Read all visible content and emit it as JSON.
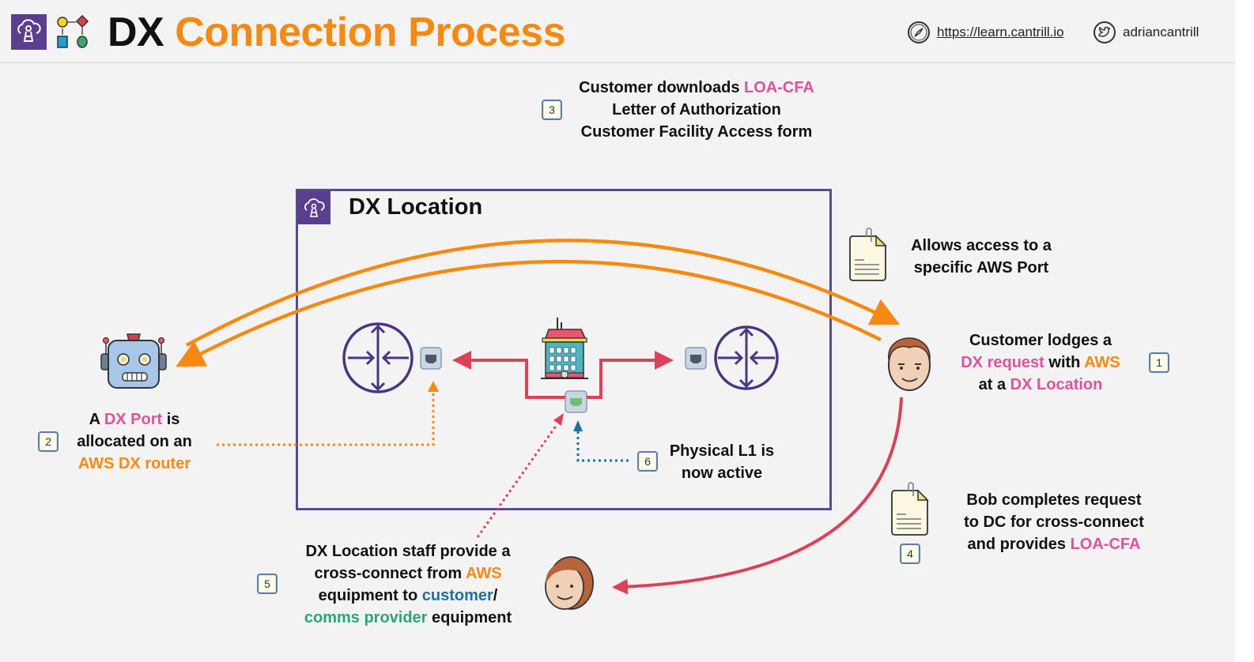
{
  "header": {
    "title_prefix": "DX",
    "title_main": "Connection Process",
    "website_link": "https://learn.cantrill.io",
    "twitter_handle": "adriancantrill",
    "icons": [
      "direct-connect-icon",
      "process-flow-icon",
      "compass-icon",
      "twitter-icon"
    ]
  },
  "colors": {
    "accent_orange": "#f6890f",
    "highlight_pink": "#e0519b",
    "dx_purple": "#5c4a8e",
    "cable_red": "#dc4257",
    "customer_blue": "#1f6f9f",
    "provider_green": "#2aa57b"
  },
  "dx_location": {
    "title": "DX Location"
  },
  "steps": {
    "s1": {
      "badge": "1",
      "line1": "Customer lodges a",
      "line2_a": "DX request",
      "line2_b": " with ",
      "line2_c": "AWS",
      "line3_a": "at a ",
      "line3_b": "DX Location"
    },
    "s2": {
      "badge": "2",
      "line1_a": "A ",
      "line1_b": "DX Port",
      "line1_c": " is",
      "line2": "allocated on an",
      "line3": "AWS DX router"
    },
    "s3": {
      "badge": "3",
      "line1_a": "Customer downloads ",
      "line1_b": "LOA-CFA",
      "line2": "Letter of Authorization",
      "line3": "Customer Facility Access form"
    },
    "s3_note": {
      "line1": "Allows access to a",
      "line2": "specific AWS Port"
    },
    "s4": {
      "badge": "4",
      "line1": "Bob completes request",
      "line2": "to DC for cross-connect",
      "line3_a": "and provides ",
      "line3_b": "LOA-CFA"
    },
    "s5": {
      "badge": "5",
      "line1": "DX Location staff provide a",
      "line2_a": "cross-connect from ",
      "line2_b": "AWS",
      "line3_a": "equipment to ",
      "line3_b": "customer",
      "line3_c": "/",
      "line4_a": "comms provider",
      "line4_b": " equipment"
    },
    "s6": {
      "badge": "6",
      "line1": "Physical L1 is",
      "line2": "now active"
    }
  }
}
